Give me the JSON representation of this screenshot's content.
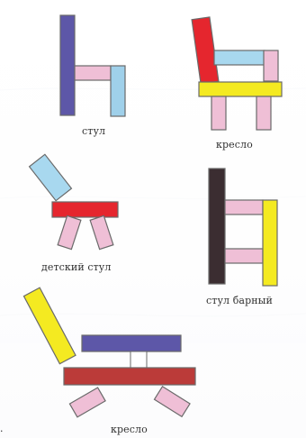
{
  "figures": [
    {
      "label": "стул"
    },
    {
      "label": "кресло"
    },
    {
      "label": "детский стул"
    },
    {
      "label": "стул барный"
    },
    {
      "label": "кресло"
    }
  ],
  "colors": {
    "purple": "#5d57a8",
    "pink": "#efbfd6",
    "blue": "#9fd0ea",
    "red": "#e5262e",
    "yellow": "#f4ea21",
    "dark": "#3b2d31",
    "brown": "#bb3b39",
    "lightblue": "#a8d8ef",
    "shadow": "#e7ebf2"
  }
}
